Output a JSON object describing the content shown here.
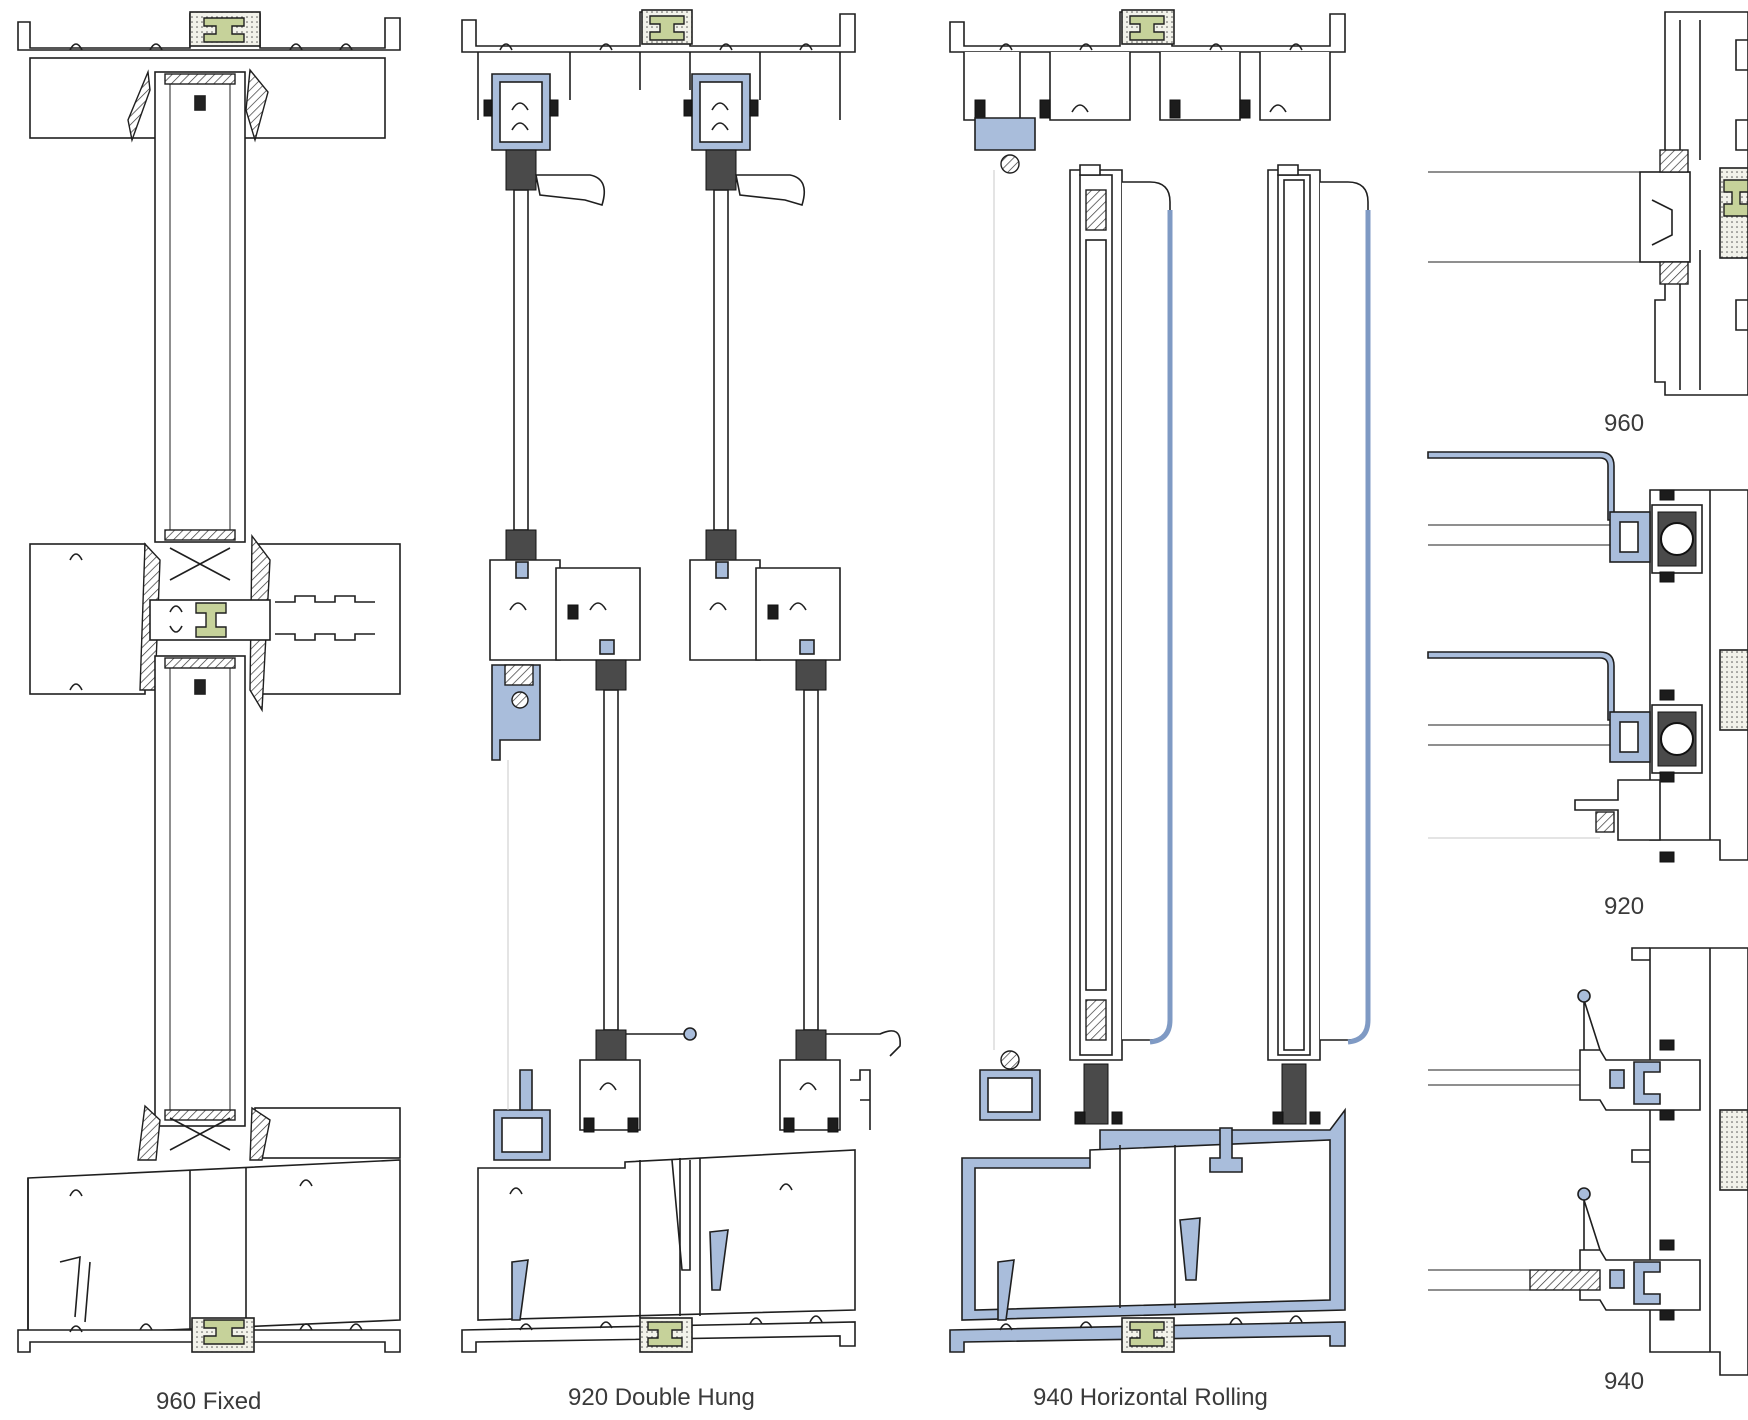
{
  "captions": {
    "fixed": "960 Fixed",
    "double_hung": "920 Double Hung",
    "horizontal_rolling": "940 Horizontal Rolling",
    "side_960": "960",
    "side_920": "920",
    "side_940": "940"
  },
  "colors": {
    "outline": "#1f1f1f",
    "thermal_break": "#c6d29a",
    "sash_blue": "#a9bddb",
    "gasket_dark": "#4a4a4a",
    "caption": "#3a3a3a"
  }
}
